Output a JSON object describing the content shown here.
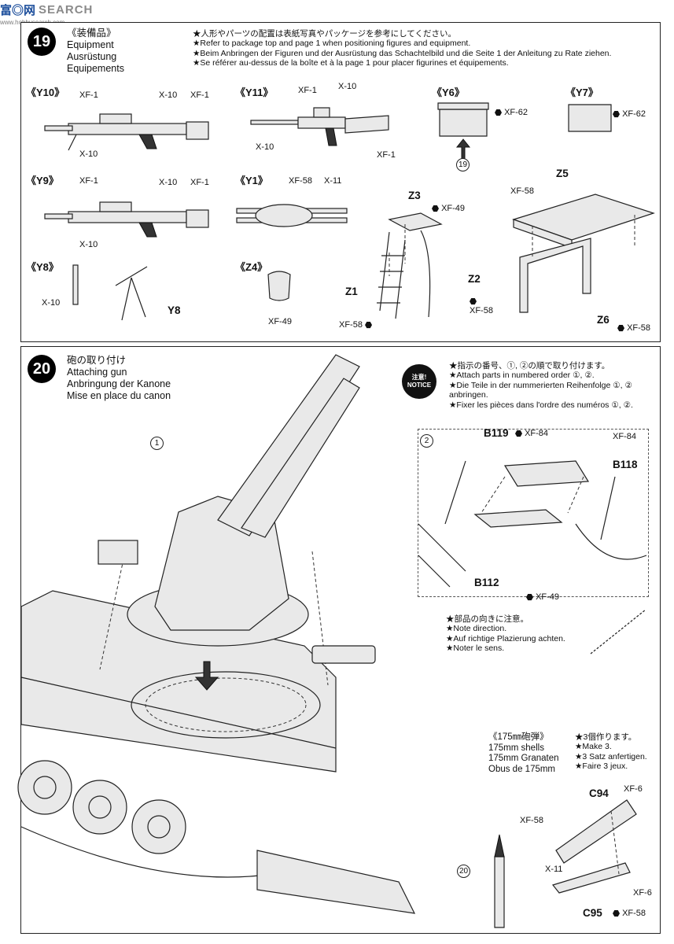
{
  "watermark": {
    "logo": "富◎网",
    "text": "SEARCH",
    "url": "www.hobbysearch.com"
  },
  "step19": {
    "number": "19",
    "title": [
      "《装備品》",
      "Equipment",
      "Ausrüstung",
      "Equipements"
    ],
    "notes": [
      "★人形やパーツの配置は表紙写真やパッケージを参考にしてください。",
      "★Refer to package top and page 1 when positioning figures and equipment.",
      "★Beim Anbringen der Figuren und der Ausrüstung das Schachtelbild und die Seite 1 der Anleitung zu Rate ziehen.",
      "★Se référer au-dessus de la boîte et à la page 1 pour placer figurines et équipements."
    ],
    "items": {
      "y10": {
        "label": "《Y10》",
        "paints": [
          "XF-1",
          "X-10",
          "XF-1",
          "X-10"
        ]
      },
      "y11": {
        "label": "《Y11》",
        "paints": [
          "XF-1",
          "X-10",
          "X-10",
          "XF-1"
        ]
      },
      "y6": {
        "label": "《Y6》",
        "paints": [
          "XF-62"
        ],
        "ref": "19"
      },
      "y7": {
        "label": "《Y7》",
        "paints": [
          "XF-62"
        ]
      },
      "y9": {
        "label": "《Y9》",
        "paints": [
          "XF-1",
          "X-10",
          "XF-1",
          "X-10"
        ]
      },
      "y1": {
        "label": "《Y1》",
        "paints": [
          "XF-58",
          "X-11"
        ]
      },
      "y8": {
        "label": "《Y8》",
        "paints": [
          "X-10"
        ],
        "part": "Y8"
      },
      "z4": {
        "label": "《Z4》",
        "paints": [
          "XF-49"
        ]
      },
      "z3": {
        "part": "Z3",
        "paint": "XF-49"
      },
      "z1": {
        "part": "Z1",
        "paint": "XF-58"
      },
      "z2": {
        "part": "Z2",
        "paint": "XF-58"
      },
      "z5": {
        "part": "Z5",
        "paint": "XF-58"
      },
      "z6": {
        "part": "Z6",
        "paint": "XF-58"
      }
    }
  },
  "step20": {
    "number": "20",
    "title": [
      "砲の取り付け",
      "Attaching gun",
      "Anbringung der Kanone",
      "Mise en place du canon"
    ],
    "order_callout": "1",
    "notice": {
      "jp": "注意!",
      "en": "NOTICE"
    },
    "notice_lines": [
      "★指示の番号、①, ②の順で取り付けます。",
      "★Attach parts in numbered order ①, ②.",
      "★Die Teile in der nummerierten Reihenfolge ①, ②",
      "anbringen.",
      "★Fixer les pièces dans l'ordre des numéros ①, ②."
    ],
    "inset": {
      "number": "2",
      "b119": "B119",
      "b119_paint": "XF-84",
      "b118": "B118",
      "b118_paint": "XF-84",
      "b112": "B112",
      "b112_paint": "XF-49"
    },
    "direction_lines": [
      "★部品の向きに注意。",
      "★Note direction.",
      "★Auf richtige Plazierung achten.",
      "★Noter le sens."
    ],
    "shells": {
      "title": [
        "《175㎜砲弾》",
        "175mm shells",
        "175mm Granaten",
        "Obus de 175mm"
      ],
      "make": [
        "★3個作ります。",
        "★Make 3.",
        "★3 Satz anfertigen.",
        "★Faire 3 jeux."
      ],
      "c94": "C94",
      "c94_paint": "XF-6",
      "c95": "C95",
      "c95_paint": "XF-58",
      "paint_a": "XF-58",
      "paint_b": "X-11",
      "paint_c": "XF-6",
      "ref": "20"
    }
  }
}
